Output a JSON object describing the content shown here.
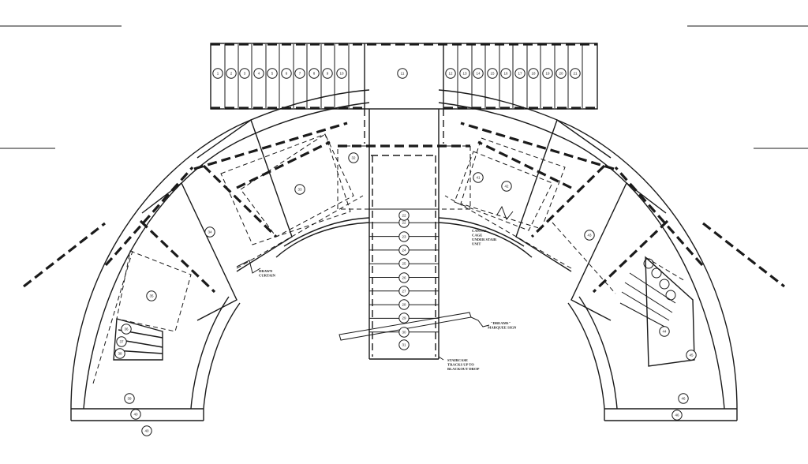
{
  "plan": {
    "notes": {
      "drawn_curtain": [
        "DRAWN",
        "CURTAIN"
      ],
      "canvas_cage": [
        "CANVAS",
        "CAGE",
        "UNDER STAIR",
        "UNIT"
      ],
      "marquee_sign": [
        "\"DREAMS\"",
        "MARQUEE SIGN"
      ],
      "staircase": [
        "STAIRCASE",
        "TRACKS UP TO",
        "BLACKOUT DROP"
      ]
    },
    "tags": {
      "top_left": [
        "1",
        "2",
        "3",
        "4",
        "5",
        "6",
        "7",
        "8",
        "9",
        "10"
      ],
      "top_center": "11",
      "top_right": [
        "12",
        "13",
        "14",
        "15",
        "16",
        "17",
        "18",
        "19",
        "20",
        "21"
      ],
      "stairs": [
        "22",
        "23",
        "24",
        "25",
        "26",
        "27",
        "28",
        "29",
        "30",
        "31"
      ],
      "left_a": "32",
      "left_b": "33",
      "left_c": "34",
      "left_d": "35",
      "left_e": "36",
      "left_f": "37",
      "left_g": "38",
      "left_h": "39",
      "left_i": "40",
      "right_a": "41",
      "right_b": "42",
      "right_c": "43",
      "right_d": "44",
      "right_e": "45",
      "right_f": "46"
    }
  }
}
